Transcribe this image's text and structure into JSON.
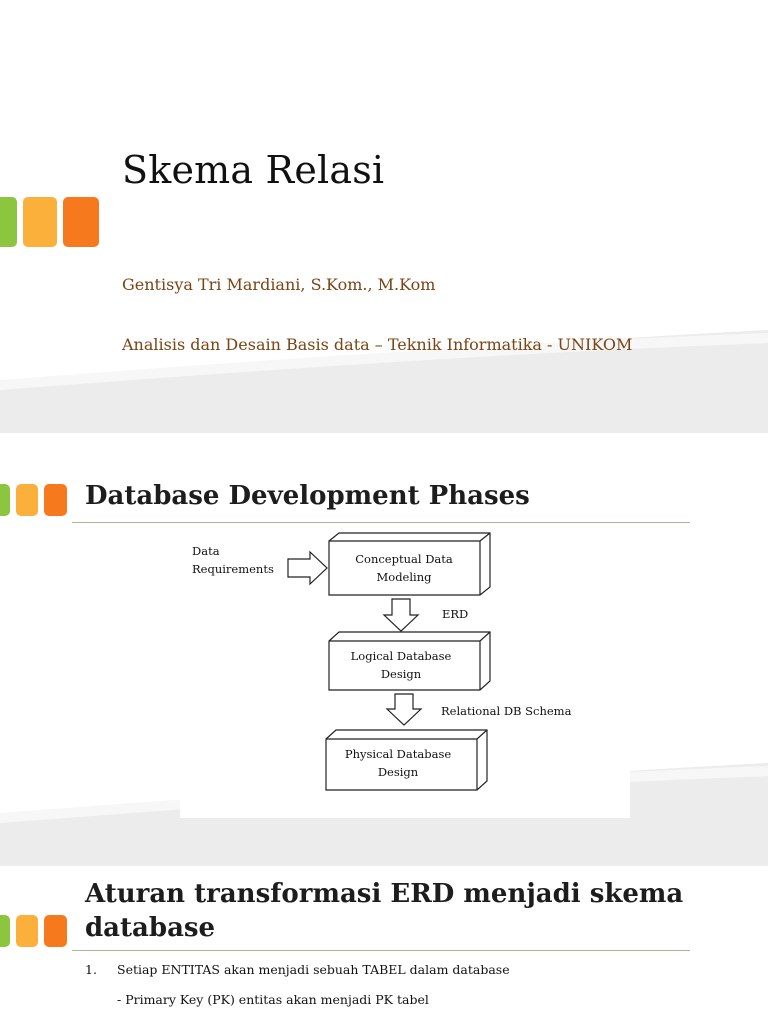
{
  "accent_colors": {
    "green": "#8cc63f",
    "orange": "#fbb03b",
    "dark_orange": "#f7791e",
    "subtitle": "#7a4413"
  },
  "slide1": {
    "title": "Skema Relasi",
    "author": "Gentisya Tri Mardiani, S.Kom., M.Kom",
    "course": "Analisis dan Desain Basis data – Teknik Informatika - UNIKOM"
  },
  "slide2": {
    "title": "Database Development Phases",
    "diagram": {
      "input_label_line1": "Data",
      "input_label_line2": "Requirements",
      "box1_line1": "Conceptual Data",
      "box1_line2": "Modeling",
      "arrow1_label": "ERD",
      "box2_line1": "Logical Database",
      "box2_line2": "Design",
      "arrow2_label": "Relational DB Schema",
      "box3_line1": "Physical Database",
      "box3_line2": "Design"
    }
  },
  "slide3": {
    "title_line1": "Aturan transformasi ERD menjadi skema",
    "title_line2": "database",
    "list": [
      {
        "number": "1.",
        "text": "Setiap ENTITAS akan menjadi sebuah TABEL dalam database"
      },
      {
        "number": "",
        "text": "- Primary Key (PK) entitas akan menjadi PK tabel"
      }
    ]
  }
}
